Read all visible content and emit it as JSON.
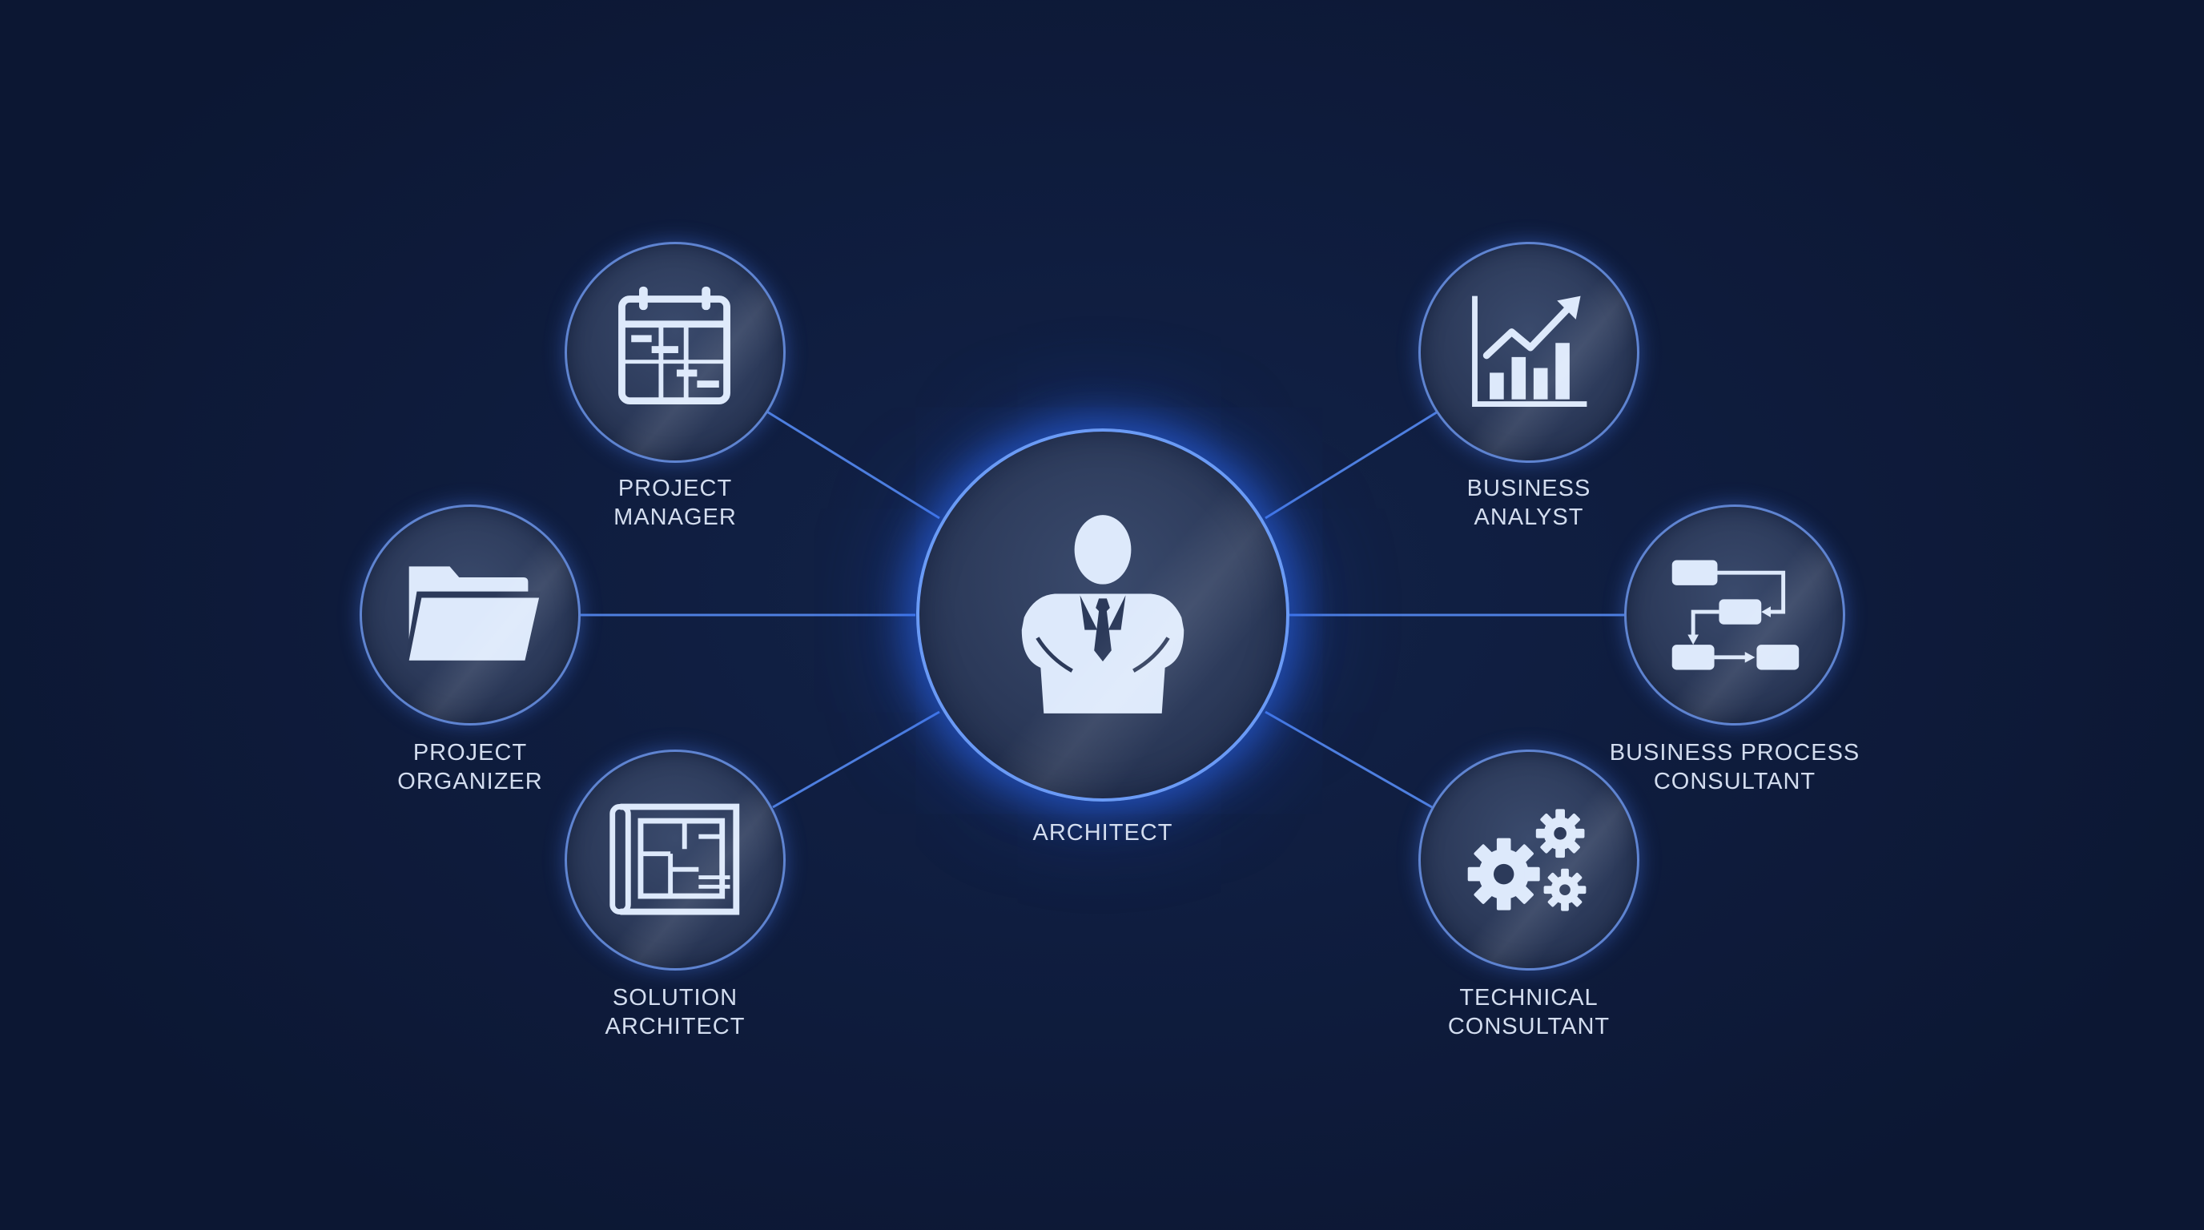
{
  "colors": {
    "background": "#0f1b3a",
    "node_border": "#6892e6",
    "connector": "#4e7fe0",
    "icon": "#dde9fb",
    "label": "#d3ddef"
  },
  "center": {
    "name": "architect",
    "icon": "person-in-suit-icon",
    "label": "ARCHITECT"
  },
  "roles": [
    {
      "name": "project-manager",
      "icon": "gantt-calendar-icon",
      "label_lines": [
        "PROJECT",
        "MANAGER"
      ]
    },
    {
      "name": "project-organizer",
      "icon": "folder-icon",
      "label_lines": [
        "PROJECT",
        "ORGANIZER"
      ]
    },
    {
      "name": "solution-architect",
      "icon": "blueprint-icon",
      "label_lines": [
        "SOLUTION",
        "ARCHITECT"
      ]
    },
    {
      "name": "business-analyst",
      "icon": "bar-chart-trend-icon",
      "label_lines": [
        "BUSINESS",
        "ANALYST"
      ]
    },
    {
      "name": "business-process-consultant",
      "icon": "process-flow-icon",
      "label_lines": [
        "BUSINESS PROCESS",
        "CONSULTANT"
      ]
    },
    {
      "name": "technical-consultant",
      "icon": "gears-icon",
      "label_lines": [
        "TECHNICAL",
        "CONSULTANT"
      ]
    }
  ]
}
